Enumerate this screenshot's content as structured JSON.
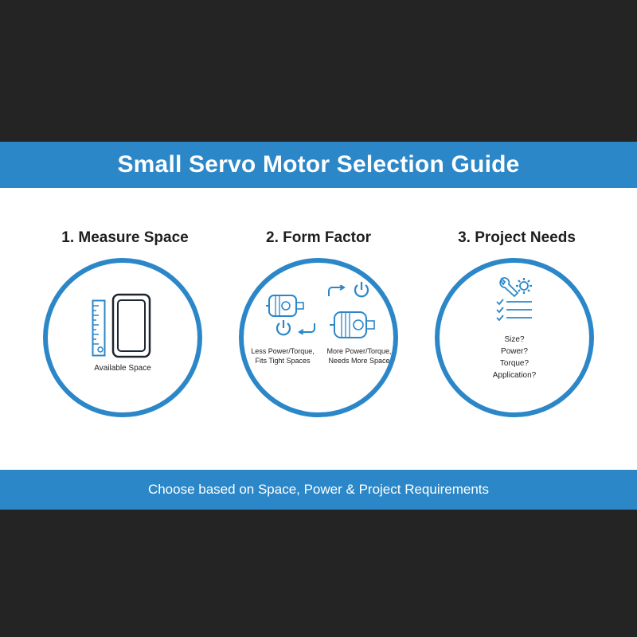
{
  "header": {
    "title": "Small Servo Motor Selection Guide"
  },
  "steps": [
    {
      "title": "1. Measure Space",
      "caption": "Available Space",
      "icons": [
        "ruler-icon",
        "rounded-rectangle-icon"
      ]
    },
    {
      "title": "2. Form Factor",
      "left_caption_line1": "Less Power/Torque,",
      "left_caption_line2": "Fits Tight Spaces",
      "right_caption_line1": "More Power/Torque,",
      "right_caption_line2": "Needs More Space",
      "icons": [
        "small-motor-icon",
        "large-motor-icon",
        "power-icon",
        "arrow-icon"
      ]
    },
    {
      "title": "3. Project Needs",
      "questions": [
        "Size?",
        "Power?",
        "Torque?",
        "Application?"
      ],
      "icons": [
        "wrench-gear-icon",
        "checklist-icon"
      ]
    }
  ],
  "footer": {
    "text": "Choose based on Space, Power & Project Requirements"
  },
  "colors": {
    "accent": "#2b87c8",
    "background": "#242424",
    "panel": "#ffffff",
    "text": "#1e1e1e"
  }
}
